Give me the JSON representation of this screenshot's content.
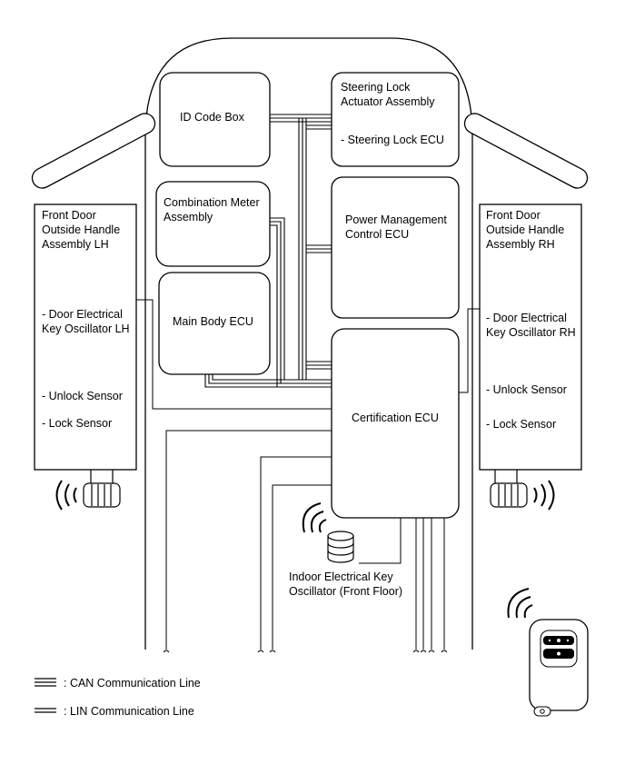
{
  "components": {
    "id_code_box": "ID Code Box",
    "steering_lock_title": "Steering Lock\nActuator Assembly",
    "steering_lock_sub": "- Steering Lock ECU",
    "combination_meter": "Combination Meter\nAssembly",
    "power_management": "Power Management\nControl ECU",
    "main_body_ecu": "Main Body ECU",
    "certification_ecu": "Certification ECU",
    "indoor_oscillator": "Indoor Electrical Key\nOscillator (Front Floor)"
  },
  "door_lh": {
    "title": "Front Door\nOutside Handle\nAssembly LH",
    "oscillator": "- Door Electrical\nKey Oscillator LH",
    "unlock": "- Unlock Sensor",
    "lock": "- Lock Sensor"
  },
  "door_rh": {
    "title": "Front Door\nOutside Handle\nAssembly RH",
    "oscillator": "- Door Electrical\nKey Oscillator RH",
    "unlock": "- Unlock Sensor",
    "lock": "- Lock Sensor"
  },
  "legend": {
    "can": ": CAN Communication Line",
    "lin": ": LIN Communication Line"
  }
}
